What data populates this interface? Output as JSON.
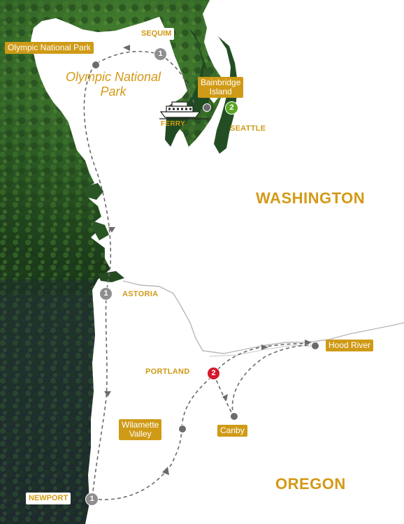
{
  "map": {
    "states": {
      "washington": "WASHINGTON",
      "oregon": "OREGON"
    },
    "park_label": [
      "Olympic National",
      "Park"
    ],
    "places": {
      "sequim": "SEQUIM",
      "olympic": "Olympic National Park",
      "bainbridge": [
        "Bainbridge",
        "Island"
      ],
      "ferry": "FERRY",
      "seattle": "SEATTLE",
      "astoria": "ASTORIA",
      "portland": "PORTLAND",
      "hood_river": "Hood River",
      "willamette": [
        "Wilamette",
        "Valley"
      ],
      "canby": "Canby",
      "newport": "NEWPORT"
    },
    "badges": {
      "sequim": "1",
      "seattle": "2",
      "astoria": "1",
      "portland": "2",
      "newport": "1"
    },
    "colors": {
      "label_gold": "#cf9a16",
      "badge_gray": "#8e8e8e",
      "badge_green": "#5aa623",
      "badge_red": "#d5182a",
      "forest": "#2e5e22",
      "land": "#ffffff"
    }
  }
}
